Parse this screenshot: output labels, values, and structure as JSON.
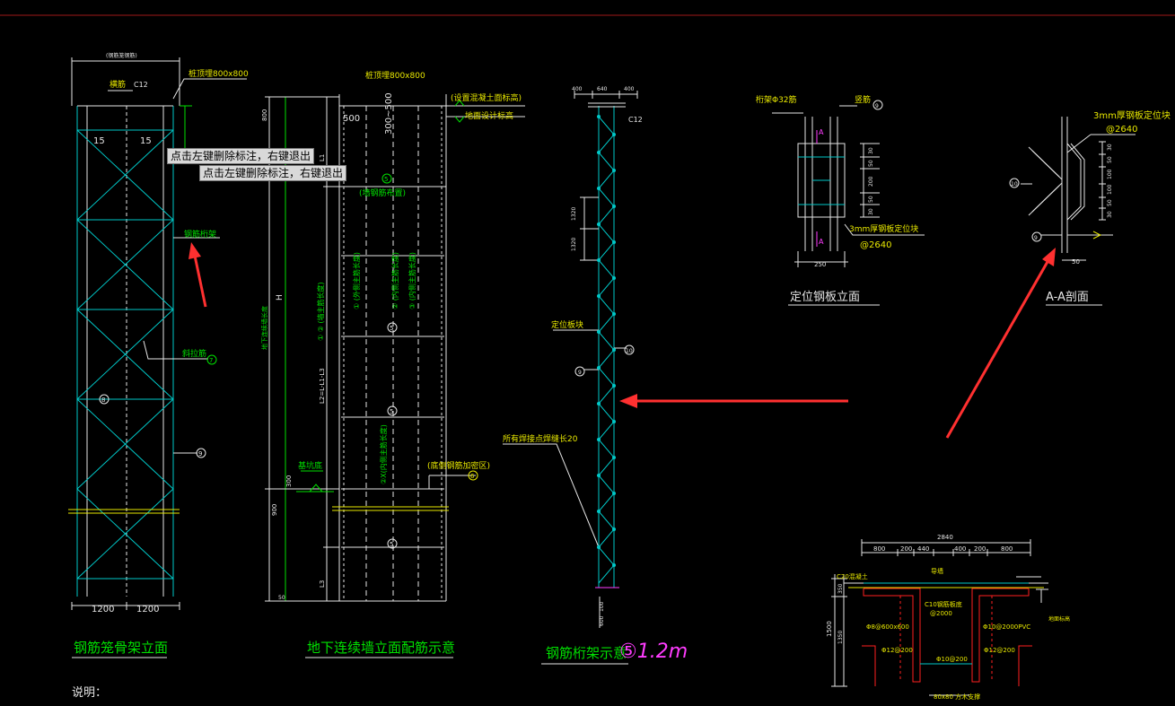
{
  "tooltips": {
    "first": "点击左键删除标注，右键退出",
    "second": "点击左键删除标注，右键退出"
  },
  "colors": {
    "background": "#000000",
    "cyan": "#00c8c8",
    "green": "#00e000",
    "yellow": "#e8e800",
    "white": "#e6e6e6",
    "magenta": "#ff3cff",
    "red": "#ff2020",
    "annotation_red": "#ff3030"
  },
  "cage_elevation": {
    "top_dim": "(钢筋笼钢筋)",
    "label_tie": "横筋",
    "label_c12": "C12",
    "label_pile": "桩顶埋800x800",
    "label_truss": "钢筋桁架",
    "label_diag": "斜拉筋",
    "bubble_7": "7",
    "bubble_8": "8",
    "bubble_9": "9",
    "dim_left": "1200",
    "dim_right": "1200",
    "angle_1": "15",
    "angle_2": "15",
    "title": "钢筋笼骨架立面"
  },
  "wall_elevation": {
    "top_label": "桩顶埋800x800",
    "note_1": "(设置混凝土面标高)",
    "note_2": "地面设计标高",
    "dim_500": "500",
    "dim_300": "300~500",
    "dim_800": "800",
    "dim_h": "H",
    "dim_l1": "L1",
    "dim_l2": "L2=L-L1-L3",
    "dim_l3": "L3",
    "dim_900": "900",
    "dim_300b": "300",
    "dim_50": "50",
    "bubble_5": "5",
    "bubble_6": "6",
    "label_base": "基坑底",
    "label_bottom": "(底侧钢筋加密区)",
    "label_main": "(墙钢筋布置)",
    "side_label": "地下连续墙长度",
    "v1": "① (外侧主筋长度)",
    "v2": "② (内侧主筋长度)",
    "v3": "③ (内侧主筋长度)",
    "v4": "① ② (墙主筋长度)",
    "v5": "②X(内侧主筋长度)",
    "title": "地下连续墙立面配筋示意"
  },
  "truss": {
    "dim_top": [
      "400",
      "640",
      "400"
    ],
    "label_c12": "C12",
    "dim_1320a": "1320",
    "dim_1320b": "1320",
    "label_locate": "定位板块",
    "label_weld": "所有焊接点焊缝长20",
    "bubble_9": "9",
    "bubble_10": "10",
    "bottom_dim_1": "100",
    "bottom_dim_2": "600",
    "title": "钢筋桁架示意",
    "handwriting": "⑤1.2m"
  },
  "locate_plate": {
    "label_left": "桁架Φ32筋",
    "label_right": "竖筋",
    "bubble": "9",
    "label_a1": "A",
    "label_a2": "A",
    "dims": [
      "30",
      "50",
      "200",
      "50",
      "30"
    ],
    "label_plate": "3mm厚钢板定位块",
    "label_spacing": "@2640",
    "dim_width": "250",
    "title": "定位钢板立面"
  },
  "section_aa": {
    "label_plate": "3mm厚钢板定位块",
    "label_spacing": "@2640",
    "bubble_10": "10",
    "bubble_9": "9",
    "dims": [
      "30",
      "50",
      "100",
      "100",
      "50",
      "30"
    ],
    "dim_bottom": "50",
    "title": "A-A剖面"
  },
  "guide_wall": {
    "dim_total": "2840",
    "dims": [
      "800",
      "200",
      "440",
      "400",
      "200",
      "800"
    ],
    "label_c20": "C20混凝土",
    "label_guide": "导墙",
    "label_c10": "C10钢筋板底",
    "label_at2000": "@2000",
    "label_rebar1": "Φ8@600x600",
    "label_rebar2": "Φ12@200",
    "label_rebar3": "Φ10@200",
    "label_rebar4": "Φ10@2000PVC",
    "label_rebar5": "Φ12@200",
    "label_base": "80x80 方木支撑",
    "dim_1500": "1500",
    "dim_350": "350",
    "dim_1350": "1350",
    "label_side": "地面标高"
  },
  "notes_label": "说明："
}
